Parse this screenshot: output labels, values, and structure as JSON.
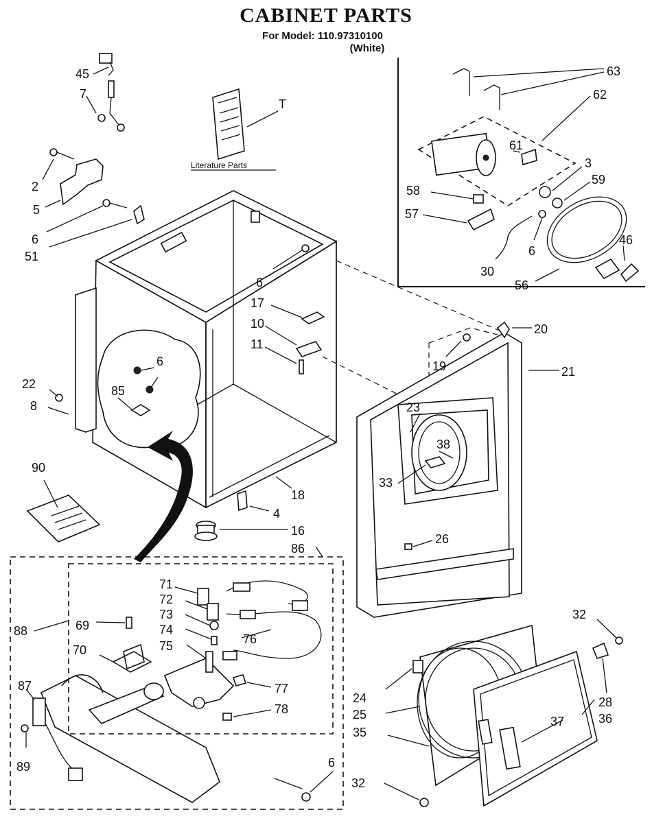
{
  "header": {
    "title": "CABINET PARTS",
    "model": "For Model: 110.97310100",
    "color": "(White)"
  },
  "literature_label": "Literature Parts",
  "callouts": [
    {
      "id": "45",
      "label": "45"
    },
    {
      "id": "7",
      "label": "7"
    },
    {
      "id": "2",
      "label": "2"
    },
    {
      "id": "5",
      "label": "5"
    },
    {
      "id": "6a",
      "label": "6"
    },
    {
      "id": "51",
      "label": "51"
    },
    {
      "id": "T",
      "label": "T"
    },
    {
      "id": "6b",
      "label": "6"
    },
    {
      "id": "17",
      "label": "17"
    },
    {
      "id": "10",
      "label": "10"
    },
    {
      "id": "11",
      "label": "11"
    },
    {
      "id": "6c",
      "label": "6"
    },
    {
      "id": "85",
      "label": "85"
    },
    {
      "id": "22",
      "label": "22"
    },
    {
      "id": "8",
      "label": "8"
    },
    {
      "id": "90",
      "label": "90"
    },
    {
      "id": "18",
      "label": "18"
    },
    {
      "id": "4",
      "label": "4"
    },
    {
      "id": "16",
      "label": "16"
    },
    {
      "id": "86",
      "label": "86"
    },
    {
      "id": "63",
      "label": "63"
    },
    {
      "id": "62",
      "label": "62"
    },
    {
      "id": "61",
      "label": "61"
    },
    {
      "id": "3",
      "label": "3"
    },
    {
      "id": "59",
      "label": "59"
    },
    {
      "id": "58",
      "label": "58"
    },
    {
      "id": "57",
      "label": "57"
    },
    {
      "id": "46",
      "label": "46"
    },
    {
      "id": "6d",
      "label": "6"
    },
    {
      "id": "30",
      "label": "30"
    },
    {
      "id": "56",
      "label": "56"
    },
    {
      "id": "20",
      "label": "20"
    },
    {
      "id": "19",
      "label": "19"
    },
    {
      "id": "21",
      "label": "21"
    },
    {
      "id": "23",
      "label": "23"
    },
    {
      "id": "38",
      "label": "38"
    },
    {
      "id": "33",
      "label": "33"
    },
    {
      "id": "26",
      "label": "26"
    },
    {
      "id": "71",
      "label": "71"
    },
    {
      "id": "72",
      "label": "72"
    },
    {
      "id": "73",
      "label": "73"
    },
    {
      "id": "74",
      "label": "74"
    },
    {
      "id": "75",
      "label": "75"
    },
    {
      "id": "76",
      "label": "76"
    },
    {
      "id": "69",
      "label": "69"
    },
    {
      "id": "70",
      "label": "70"
    },
    {
      "id": "88",
      "label": "88"
    },
    {
      "id": "87",
      "label": "87"
    },
    {
      "id": "77",
      "label": "77"
    },
    {
      "id": "78",
      "label": "78"
    },
    {
      "id": "89",
      "label": "89"
    },
    {
      "id": "6e",
      "label": "6"
    },
    {
      "id": "32a",
      "label": "32"
    },
    {
      "id": "24",
      "label": "24"
    },
    {
      "id": "25",
      "label": "25"
    },
    {
      "id": "35",
      "label": "35"
    },
    {
      "id": "28",
      "label": "28"
    },
    {
      "id": "36",
      "label": "36"
    },
    {
      "id": "37",
      "label": "37"
    },
    {
      "id": "32b",
      "label": "32"
    }
  ]
}
